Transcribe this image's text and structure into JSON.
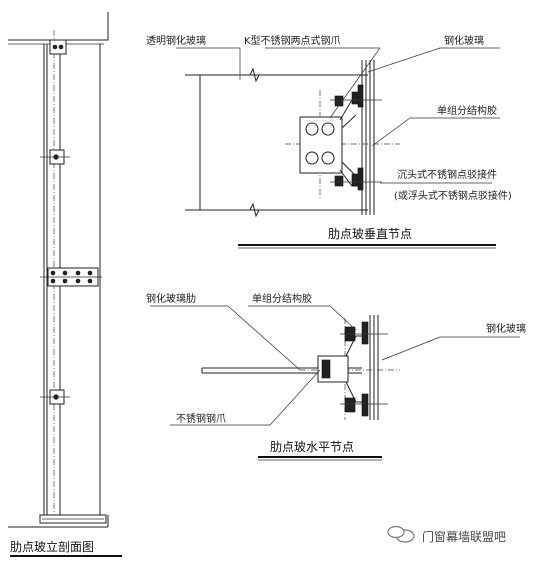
{
  "elevation": {
    "title": "肋点玻立剖面图"
  },
  "vertical_node": {
    "title": "肋点玻垂直节点",
    "labels": {
      "clear_glass": "透明钢化玻璃",
      "k_claw": "K型不锈钢两点式钢爪",
      "tempered_glass": "钢化玻璃",
      "structural_sealant": "单组分结构胶",
      "countersunk_fitting": "沉头式不锈钢点驳接件",
      "floating_fitting": "(或浮头式不锈钢点驳接件)"
    }
  },
  "horizontal_node": {
    "title": "肋点玻水平节点",
    "labels": {
      "glass_fin": "钢化玻璃肋",
      "structural_sealant": "单组分结构胶",
      "tempered_glass": "钢化玻璃",
      "ss_claw": "不锈钢钢爪"
    }
  },
  "watermark": {
    "text": "门窗幕墙联盟吧"
  }
}
